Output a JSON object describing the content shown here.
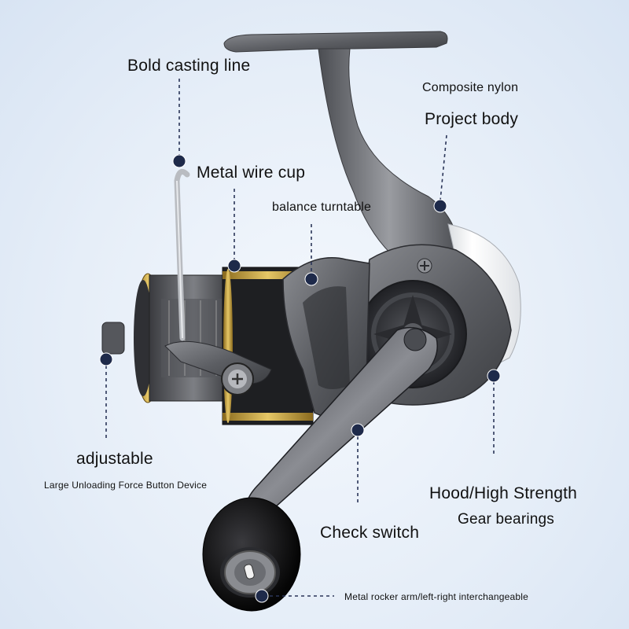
{
  "labels": {
    "bold_casting_line": "Bold casting line",
    "composite_nylon": "Composite nylon",
    "project_body": "Project body",
    "metal_wire_cup": "Metal wire cup",
    "balance_turntable": "balance turntable",
    "adjustable": "adjustable",
    "large_unloading": "Large Unloading Force Button Device",
    "hood_high_strength": "Hood/High Strength",
    "gear_bearings": "Gear bearings",
    "check_switch": "Check switch",
    "metal_rocker_arm": "Metal rocker arm/left-right interchangeable"
  },
  "colors": {
    "background": "#e6eef8",
    "marker_dot": "#1e2a4a",
    "reel_body": "#6b6d72",
    "spool_gold": "#c9a43c",
    "cover_white": "#f2f3f5",
    "knob_black": "#111111"
  }
}
